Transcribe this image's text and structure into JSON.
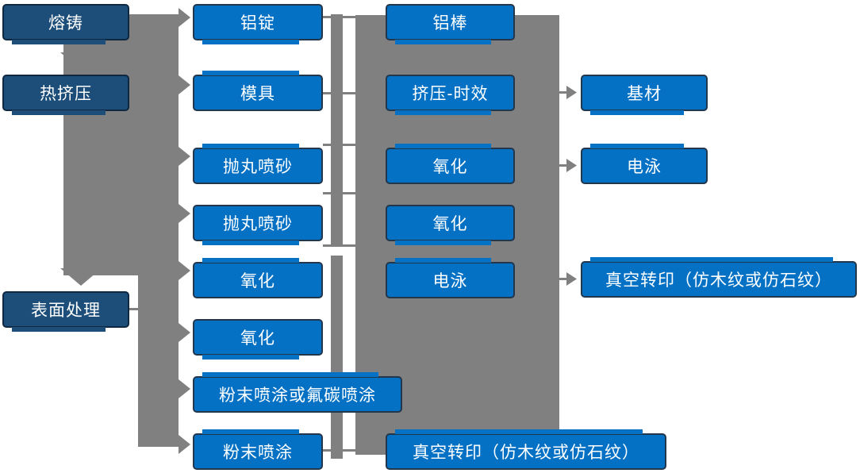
{
  "diagram": {
    "type": "flowchart",
    "colors": {
      "stage_box": "#1C4E79",
      "process_box": "#0471C4",
      "connector": "#808080",
      "text": "#FFFFFF"
    },
    "nodes": {
      "col1": [
        {
          "label": "熔铸"
        },
        {
          "label": "热挤压"
        },
        {
          "label": "表面处理"
        }
      ],
      "col2": [
        {
          "label": "铝锭"
        },
        {
          "label": "模具"
        },
        {
          "label": "抛丸喷砂"
        },
        {
          "label": "抛丸喷砂"
        },
        {
          "label": "氧化"
        },
        {
          "label": "氧化"
        },
        {
          "label": "粉末喷涂或氟碳喷涂"
        },
        {
          "label": "粉末喷涂"
        }
      ],
      "col3": [
        {
          "label": "铝棒"
        },
        {
          "label": "挤压-时效"
        },
        {
          "label": "氧化"
        },
        {
          "label": "氧化"
        },
        {
          "label": "电泳"
        },
        {
          "label": "真空转印（仿木纹或仿石纹）"
        }
      ],
      "col4": [
        {
          "label": "基材"
        },
        {
          "label": "电泳"
        },
        {
          "label": "真空转印（仿木纹或仿石纹）"
        }
      ]
    }
  }
}
